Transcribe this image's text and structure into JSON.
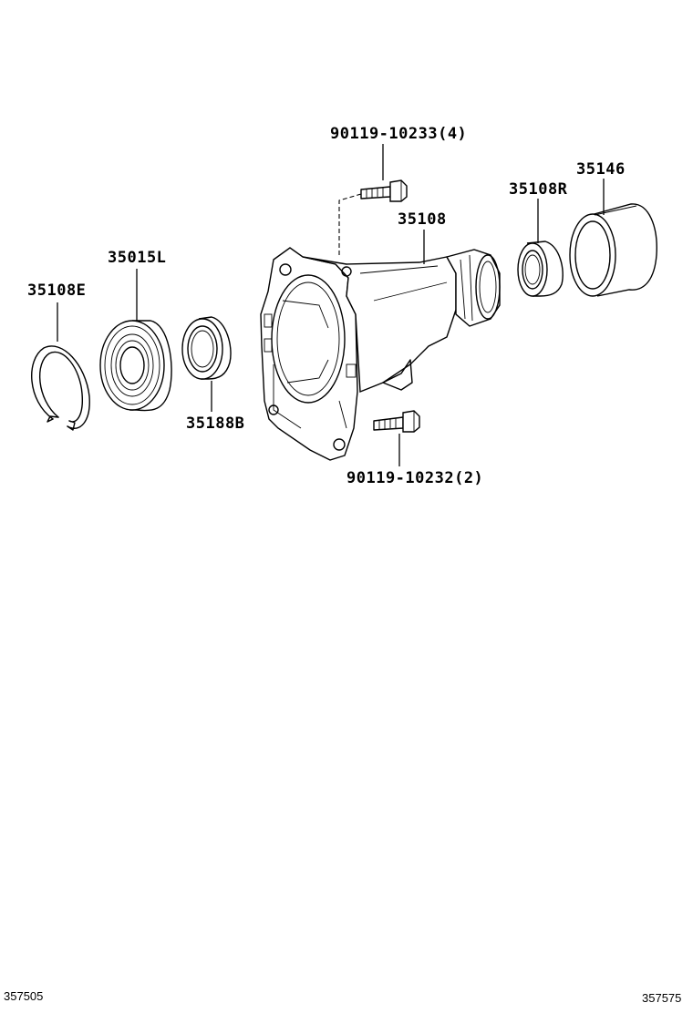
{
  "labels": {
    "snap_ring": "35108E",
    "bearing": "35015L",
    "oil_seal": "35188B",
    "extension_housing": "35108",
    "rear_seal": "35108R",
    "dust_cover": "35146",
    "bolt_top": "90119-10233(4)",
    "bolt_bottom": "90119-10232(2)"
  },
  "footer": {
    "left_code": "357505",
    "right_code": "357575"
  }
}
